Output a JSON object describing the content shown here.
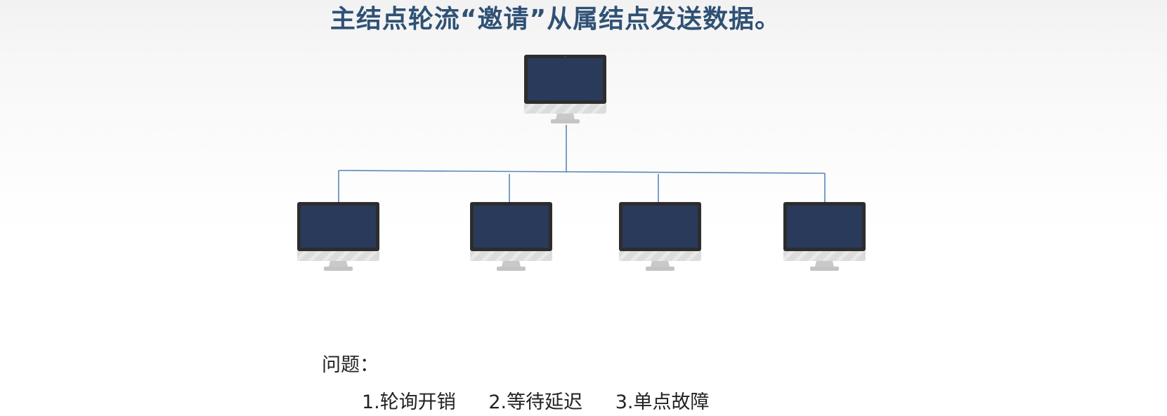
{
  "title": "主结点轮流“邀请”从属结点发送数据。",
  "diagram": {
    "master_node": {
      "icon": "monitor-icon"
    },
    "slave_nodes": [
      {
        "icon": "monitor-icon"
      },
      {
        "icon": "monitor-icon"
      },
      {
        "icon": "monitor-icon"
      },
      {
        "icon": "monitor-icon"
      }
    ],
    "colors": {
      "screen": "#2a3a5a",
      "bezel": "#2c2c2c",
      "chin": "#d9d9d9",
      "stand": "#cfcfcf",
      "line": "#5b86b8"
    }
  },
  "problems": {
    "label": "问题：",
    "items": [
      "1.轮询开销",
      "2.等待延迟",
      "3.单点故障"
    ]
  }
}
